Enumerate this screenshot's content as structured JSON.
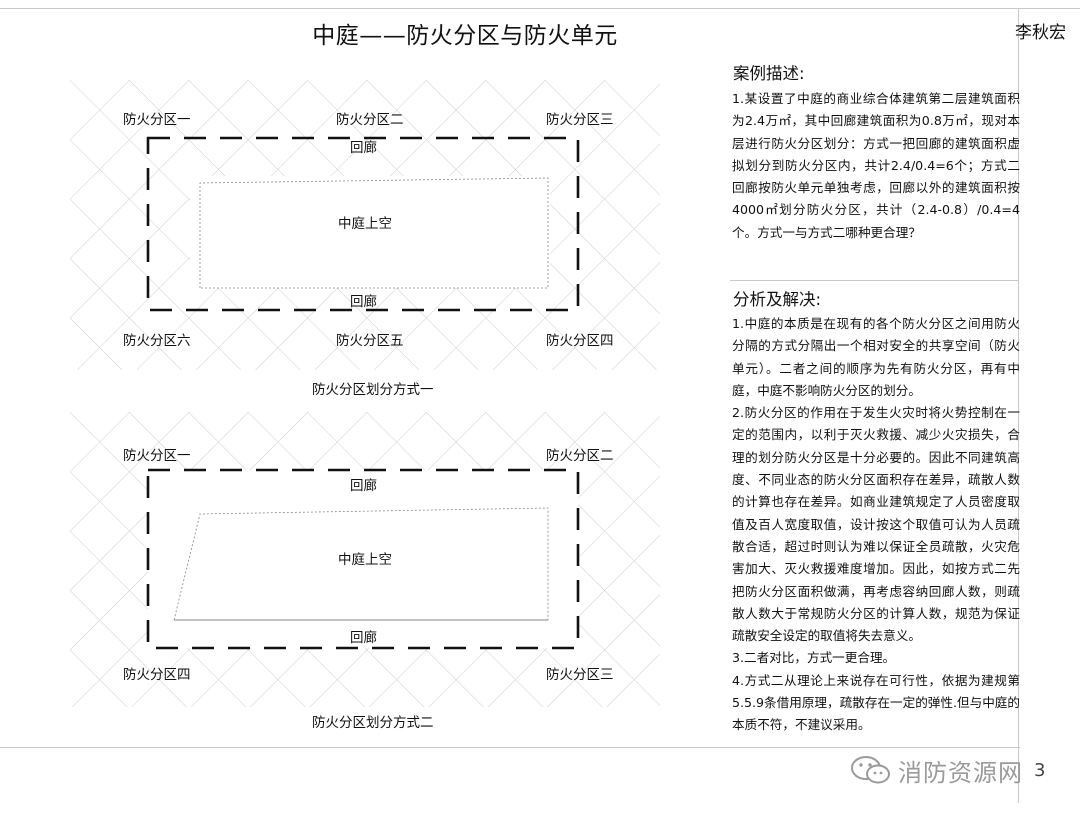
{
  "header": {
    "title": "中庭——防火分区与防火单元",
    "author": "李秋宏"
  },
  "plan1": {
    "zone_top_left": "防火分区一",
    "zone_top_mid": "防火分区二",
    "zone_top_right": "防火分区三",
    "zone_bottom_left": "防火分区六",
    "zone_bottom_mid": "防火分区五",
    "zone_bottom_right": "防火分区四",
    "corridor_top": "回廊",
    "corridor_bottom": "回廊",
    "atrium": "中庭上空",
    "caption": "防火分区划分方式一"
  },
  "plan2": {
    "zone_top_left": "防火分区一",
    "zone_top_right": "防火分区二",
    "zone_bottom_left": "防火分区四",
    "zone_bottom_right": "防火分区三",
    "corridor_top": "回廊",
    "corridor_bottom": "回廊",
    "atrium": "中庭上空",
    "caption": "防火分区划分方式二"
  },
  "case": {
    "title": "案例描述:",
    "text": "1.某设置了中庭的商业综合体建筑第二层建筑面积为2.4万㎡，其中回廊建筑面积为0.8万㎡，现对本层进行防火分区划分：方式一把回廊的建筑面积虚拟划分到防火分区内，共计2.4/0.4=6个；方式二回廊按防火单元单独考虑，回廊以外的建筑面积按4000㎡划分防火分区，共计（2.4-0.8）/0.4=4个。方式一与方式二哪种更合理？"
  },
  "analysis": {
    "title": "分析及解决:",
    "p1": "1.中庭的本质是在现有的各个防火分区之间用防火分隔的方式分隔出一个相对安全的共享空间（防火单元）。二者之间的顺序为先有防火分区，再有中庭，中庭不影响防火分区的划分。",
    "p2": "2.防火分区的作用在于发生火灾时将火势控制在一定的范围内，以利于灭火救援、减少火灾损失，合理的划分防火分区是十分必要的。因此不同建筑高度、不同业态的防火分区面积存在差异，疏散人数的计算也存在差异。如商业建筑规定了人员密度取值及百人宽度取值，设计按这个取值可认为人员疏散合适，超过时则认为难以保证全员疏散，火灾危害加大、灭火救援难度增加。因此，如按方式二先把防火分区面积做满，再考虑容纳回廊人数，则疏散人数大于常规防火分区的计算人数，规范为保证疏散安全设定的取值将失去意义。",
    "p3": "3.二者对比，方式一更合理。",
    "p4": "4.方式二从理论上来说存在可行性，依据为建规第5.5.9条借用原理，疏散存在一定的弹性.但与中庭的本质不符，不建议采用。"
  },
  "footer": {
    "watermark": "消防资源网",
    "page_number": "3"
  },
  "colors": {
    "hatch": "#d0d0d0",
    "wall": "#111111",
    "thin_line": "#888888",
    "watermark": "#9a9a9a"
  }
}
